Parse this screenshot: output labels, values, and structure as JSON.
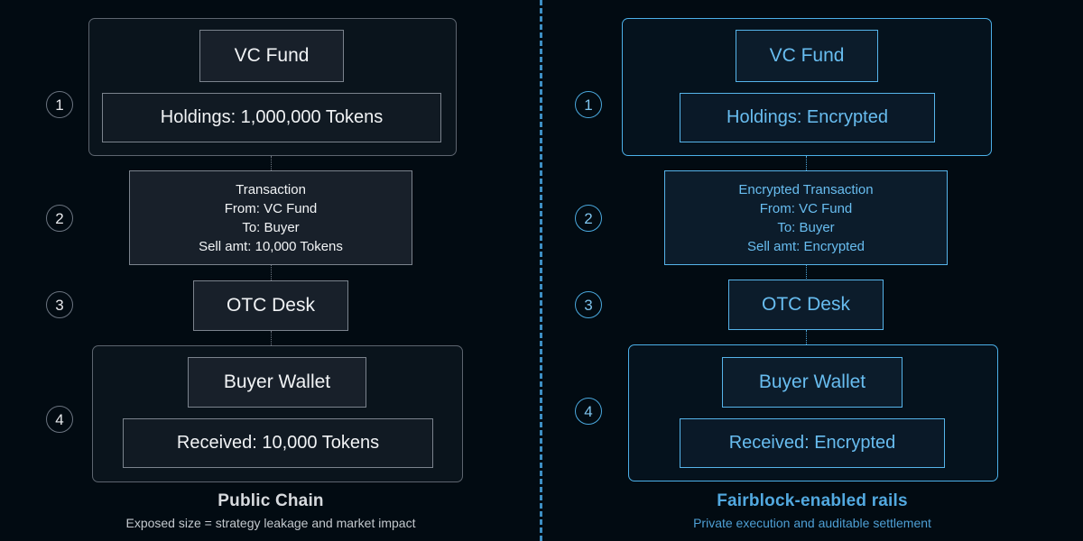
{
  "diagram": {
    "divider": {
      "style": "dashed-vertical",
      "color": "#3d8fc4"
    },
    "background_color": "#020b12",
    "left": {
      "accent_color": "#e8eaed",
      "border_color": "#7b838d",
      "steps": [
        "1",
        "2",
        "3",
        "4"
      ],
      "nodes": {
        "actor": "VC Fund",
        "holdings": "Holdings: 1,000,000 Tokens",
        "transaction": "Transaction\nFrom: VC Fund\nTo: Buyer\nSell amt: 10,000 Tokens",
        "transaction_lines": [
          "Transaction",
          "From: VC Fund",
          "To: Buyer",
          "Sell amt: 10,000 Tokens"
        ],
        "desk": "OTC Desk",
        "wallet": "Buyer Wallet",
        "received": "Received: 10,000 Tokens"
      },
      "footer": {
        "title": "Public Chain",
        "subtitle": "Exposed size = strategy leakage and market impact"
      }
    },
    "right": {
      "accent_color": "#68bdf0",
      "border_color": "#56b4ea",
      "steps": [
        "1",
        "2",
        "3",
        "4"
      ],
      "nodes": {
        "actor": "VC Fund",
        "holdings": "Holdings: Encrypted",
        "transaction_lines": [
          "Encrypted Transaction",
          "From: VC Fund",
          "To: Buyer",
          "Sell amt: Encrypted"
        ],
        "desk": "OTC Desk",
        "wallet": "Buyer Wallet",
        "received": "Received: Encrypted"
      },
      "footer": {
        "title": "Fairblock-enabled rails",
        "subtitle": "Private execution and auditable settlement"
      }
    }
  }
}
